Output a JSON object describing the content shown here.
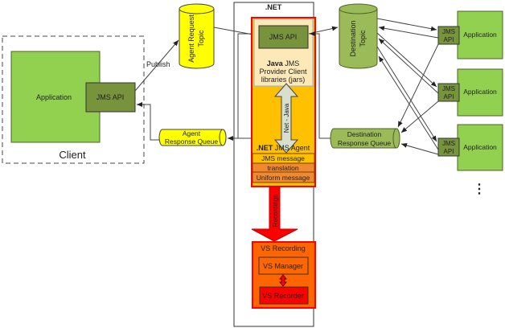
{
  "client": {
    "label": "Client",
    "app": "Application",
    "api": "JMS API"
  },
  "publish_label": "Publish",
  "agent_request_topic": [
    "Agent Request",
    "Topic"
  ],
  "agent_response_queue": [
    "Agent",
    "Response Queue"
  ],
  "net": {
    "title": ".NET",
    "jms_api": "JMS API",
    "java_bold": "Java",
    "java_lines": [
      " JMS",
      "Provider Client",
      "libraries (jars)"
    ],
    "bridge_label": "Net - Java",
    "agent_bold": ".NET",
    "agent_rest": " JMS Agent",
    "msg_rows": [
      "JMS message",
      "translation",
      "Uniform message"
    ],
    "recordings_label": "Recordings",
    "vs_recording": "VS Recording",
    "vs_manager": "VS Manager",
    "vs_recorder": "VS Recorder"
  },
  "destination_topic": [
    "Destination",
    "Topic"
  ],
  "destination_response_queue": [
    "Destination",
    "Response Queue"
  ],
  "apps": [
    {
      "app": "Application",
      "api": [
        "JMS",
        "API"
      ]
    },
    {
      "app": "Application",
      "api": [
        "JMS",
        "API"
      ]
    },
    {
      "app": "Application",
      "api": [
        "JMS",
        "API"
      ]
    }
  ],
  "more": "⋮",
  "colors": {
    "app_green": "#92d050",
    "api_green": "#77933c",
    "queue_yellow": "#ffff00",
    "dest_green": "#9bbb59",
    "agent_orange": "#ffc000",
    "red": "#ff0000",
    "vs_orange": "#ff6600"
  }
}
